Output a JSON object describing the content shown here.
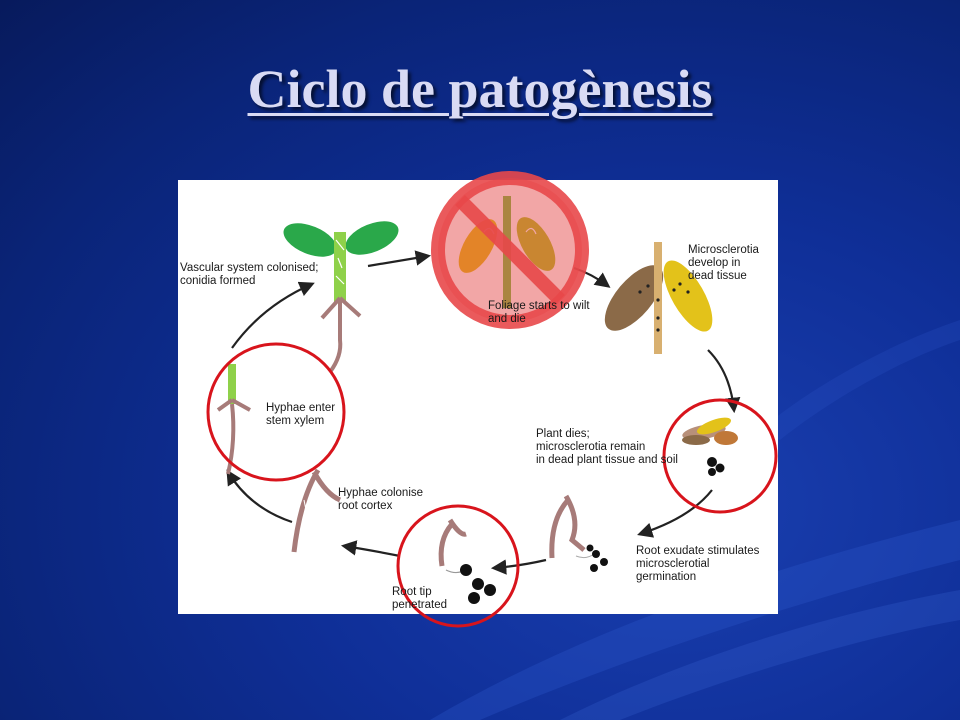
{
  "slide": {
    "title": "Ciclo de patogènesis"
  },
  "diagram": {
    "stages": [
      {
        "id": "vascular",
        "lines": [
          "Vascular system colonised;",
          "conidia formed"
        ]
      },
      {
        "id": "wilt",
        "lines": [
          "Foliage starts to wilt",
          "and die"
        ]
      },
      {
        "id": "microsclerotia",
        "lines": [
          "Microsclerotia",
          "develop in",
          "dead tissue"
        ]
      },
      {
        "id": "plant-dies",
        "lines": [
          "Plant dies;",
          "microsclerotia remain",
          "in dead plant tissue and soil"
        ]
      },
      {
        "id": "exudate",
        "lines": [
          "Root exudate stimulates",
          "microsclerotial",
          "germination"
        ]
      },
      {
        "id": "root-tip",
        "lines": [
          "Root tip",
          "penetrated"
        ]
      },
      {
        "id": "cortex",
        "lines": [
          "Hyphae colonise",
          "root cortex"
        ]
      },
      {
        "id": "xylem",
        "lines": [
          "Hyphae enter",
          "stem xylem"
        ]
      }
    ],
    "colors": {
      "highlight_ring": "#d8141c",
      "leaf_green": "#2aa84a",
      "leaf_yellow": "#e3c21a",
      "leaf_brown": "#8b6a48",
      "root": "#a77b79",
      "arrow": "#222222"
    }
  }
}
